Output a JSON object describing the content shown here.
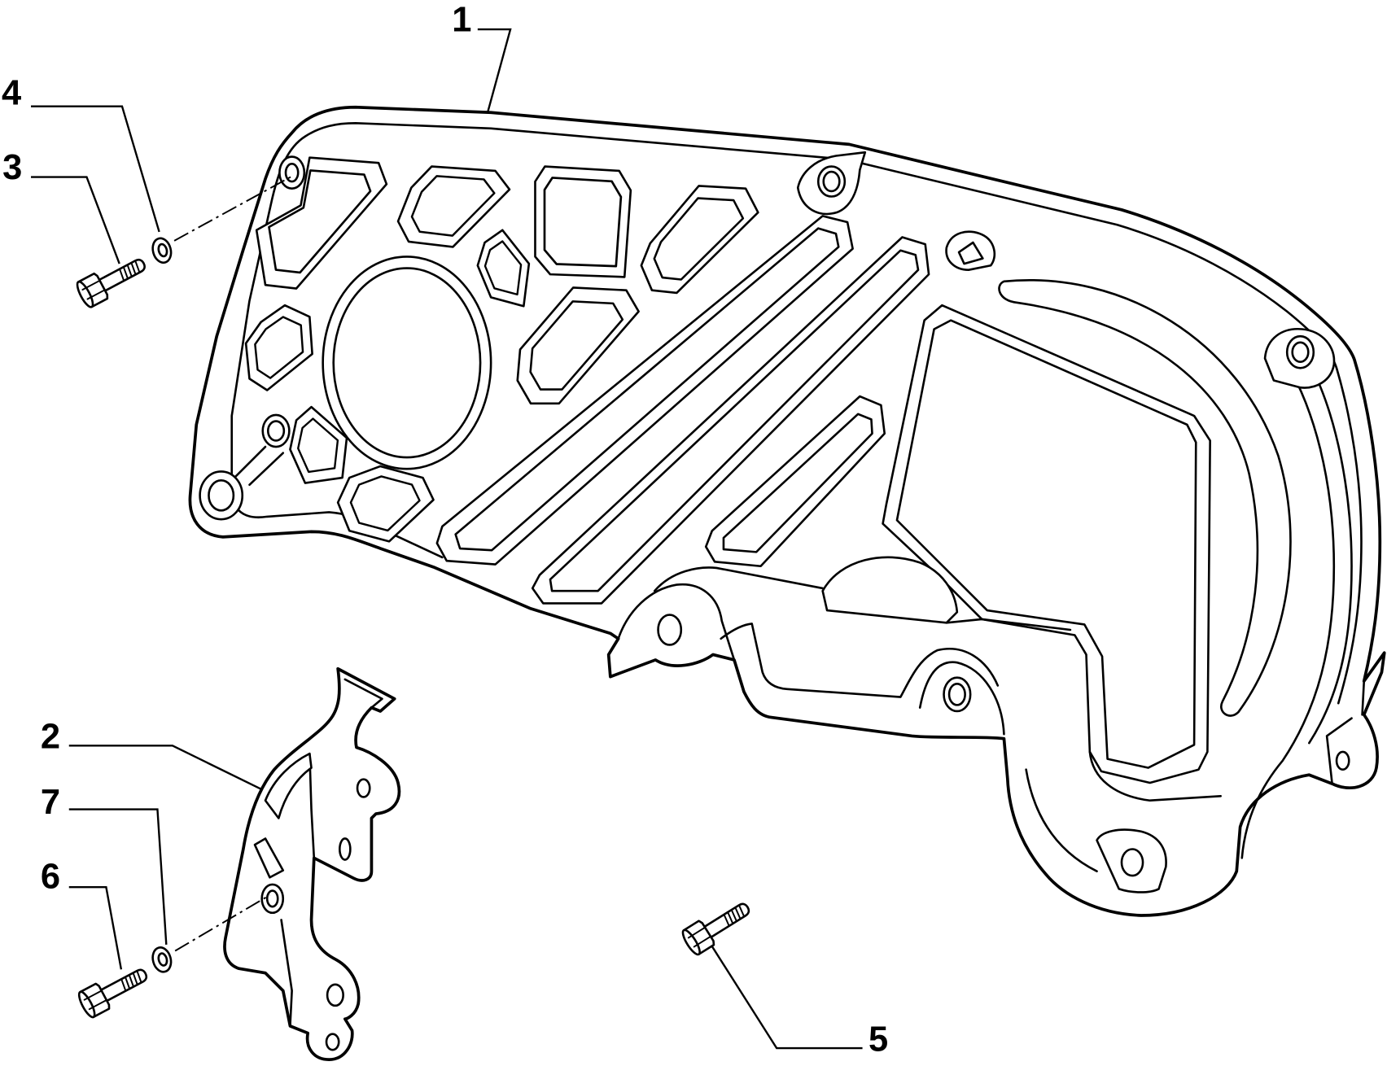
{
  "colors": {
    "line": "#000000",
    "background": "#ffffff"
  },
  "callouts": [
    "1",
    "2",
    "3",
    "4",
    "5",
    "6",
    "7"
  ]
}
